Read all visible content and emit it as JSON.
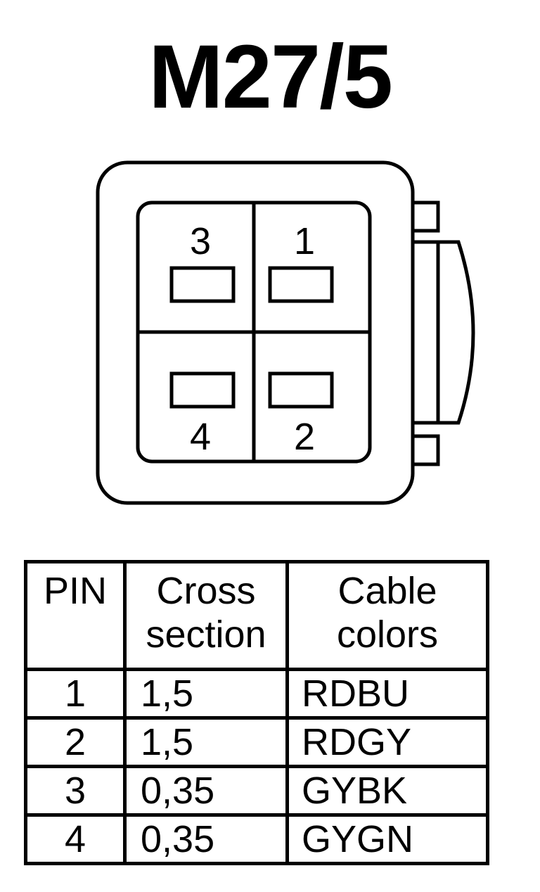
{
  "title": "M27/5",
  "connector": {
    "pins": [
      {
        "label": "3"
      },
      {
        "label": "1"
      },
      {
        "label": "4"
      },
      {
        "label": "2"
      }
    ]
  },
  "table": {
    "headers": [
      {
        "line1": "PIN",
        "line2": ""
      },
      {
        "line1": "Cross",
        "line2": "section"
      },
      {
        "line1": "Cable",
        "line2": "colors"
      }
    ],
    "rows": [
      {
        "pin": "1",
        "cross_section": "1,5",
        "color": "RDBU"
      },
      {
        "pin": "2",
        "cross_section": "1,5",
        "color": "RDGY"
      },
      {
        "pin": "3",
        "cross_section": "0,35",
        "color": "GYBK"
      },
      {
        "pin": "4",
        "cross_section": "0,35",
        "color": "GYGN"
      }
    ]
  }
}
